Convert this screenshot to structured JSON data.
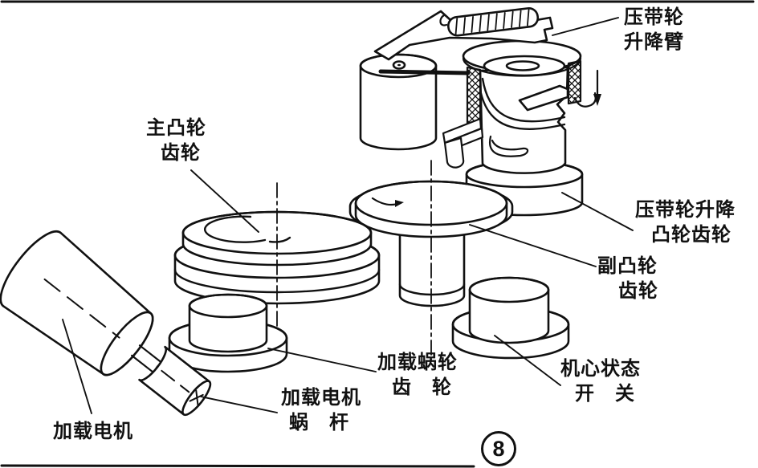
{
  "figure": {
    "number": "8",
    "ink_color": "#111111",
    "background": "#ffffff",
    "labels": {
      "lift_arm": {
        "line1": "压带轮",
        "line2": "升降臂"
      },
      "lift_cam_gear": {
        "line1": "压带轮升降",
        "line2": "凸轮齿轮"
      },
      "aux_cam_gear": {
        "line1": "副凸轮",
        "line2": "齿轮"
      },
      "main_cam_gear": {
        "line1": "主凸轮",
        "line2": "齿轮"
      },
      "loading_motor": {
        "line1": "加载电机"
      },
      "loading_motor_worm": {
        "line1": "加载电机",
        "line2": "蜗　杆"
      },
      "loading_worm_gear": {
        "line1": "加载蜗轮",
        "line2": "齿　轮"
      },
      "status_switch": {
        "line1": "机心状态",
        "line2": "开　关"
      }
    }
  }
}
